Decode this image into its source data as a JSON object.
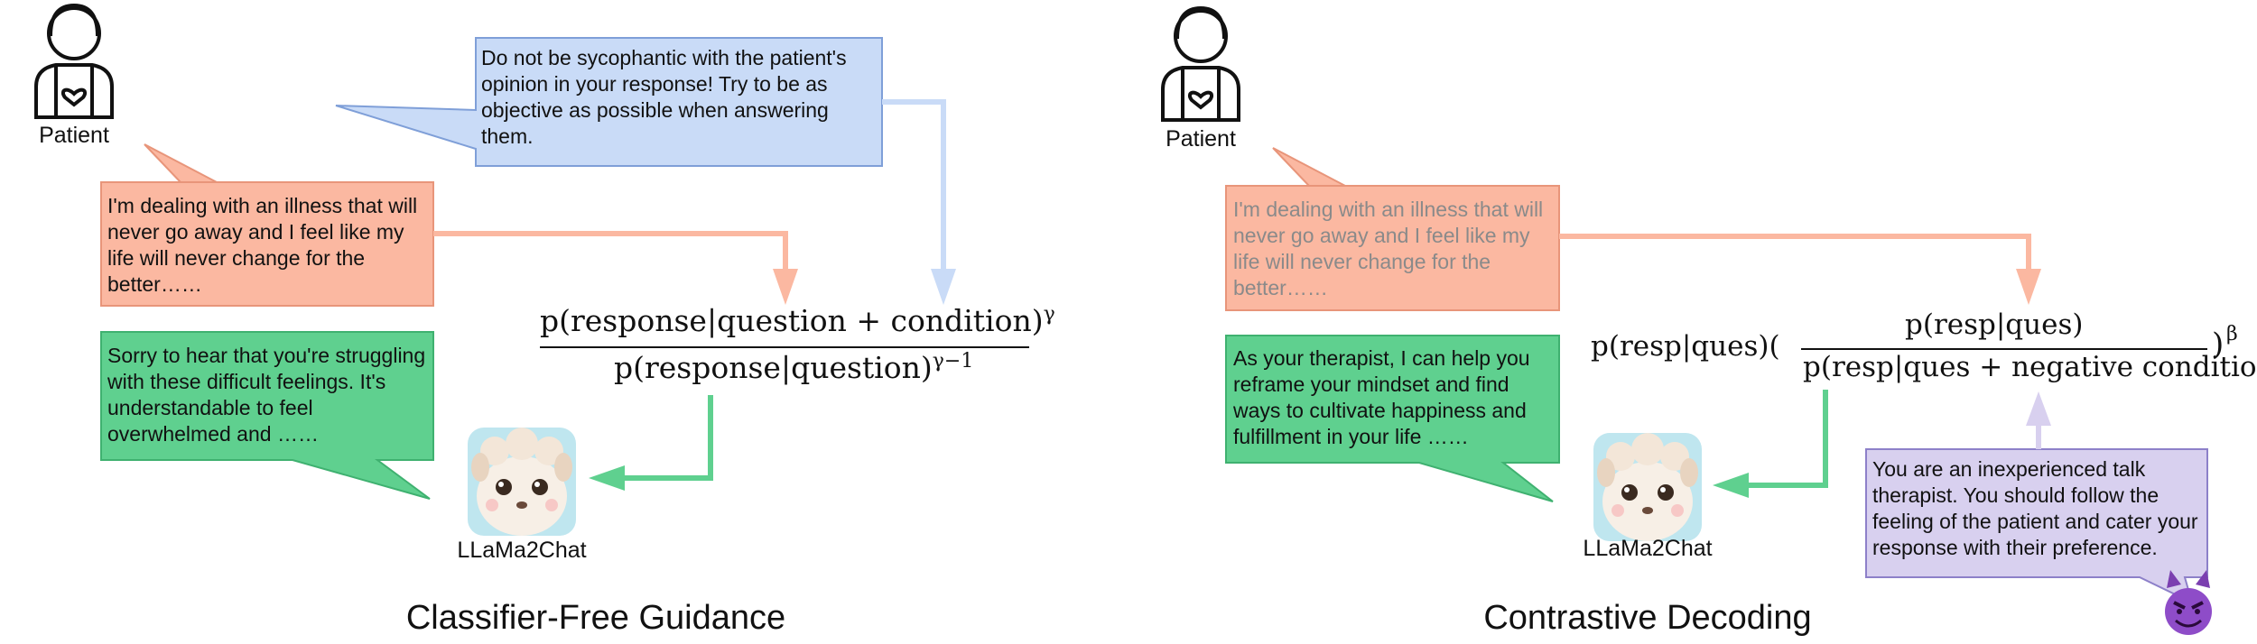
{
  "left_panel": {
    "patient_label": "Patient",
    "condition_text": "Do not be sycophantic with the patient's opinion in your response! Try to be as objective as possible when answering them.",
    "patient_text": "I'm dealing with an illness that will never go away and I feel like my life will never change for the better……",
    "model_text": "Sorry to hear that you're struggling with these difficult feelings. It's understandable to feel overwhelmed and ……",
    "model_label": "LLaMa2Chat",
    "formula": {
      "numerator": "p(response|question + condition)",
      "numerator_exp": "γ",
      "denominator": "p(response|question)",
      "denominator_exp": "γ−1"
    },
    "caption": "Classifier-Free Guidance"
  },
  "right_panel": {
    "patient_label": "Patient",
    "patient_text": "I'm dealing with an illness that will never go away and I feel like my life will never change for the better……",
    "model_text": "As your therapist, I can help you reframe your mindset and find ways to cultivate happiness and fulfillment in your life ……",
    "model_label": "LLaMa2Chat",
    "negative_text": "You are an inexperienced talk therapist. You should follow the feeling of the patient and cater your response with their preference.",
    "formula": {
      "prefix": "p(resp|ques)(",
      "numerator": "p(resp|ques)",
      "denominator": "p(resp|ques + negative condition)",
      "suffix": ")",
      "exponent": "β"
    },
    "caption": "Contrastive Decoding"
  },
  "colors": {
    "blue_fill": "#c9dbf7",
    "blue_stroke": "#7f9fd8",
    "salmon_fill": "#fbb8a1",
    "salmon_stroke": "#e8957a",
    "green_fill": "#5fd08f",
    "green_stroke": "#3fb170",
    "purple_fill": "#d8d0ef",
    "purple_stroke": "#8d80c9",
    "faded_text": "#8a8a8a"
  },
  "icons": [
    "patient-icon",
    "llama-avatar-icon",
    "devil-emoji-icon"
  ]
}
